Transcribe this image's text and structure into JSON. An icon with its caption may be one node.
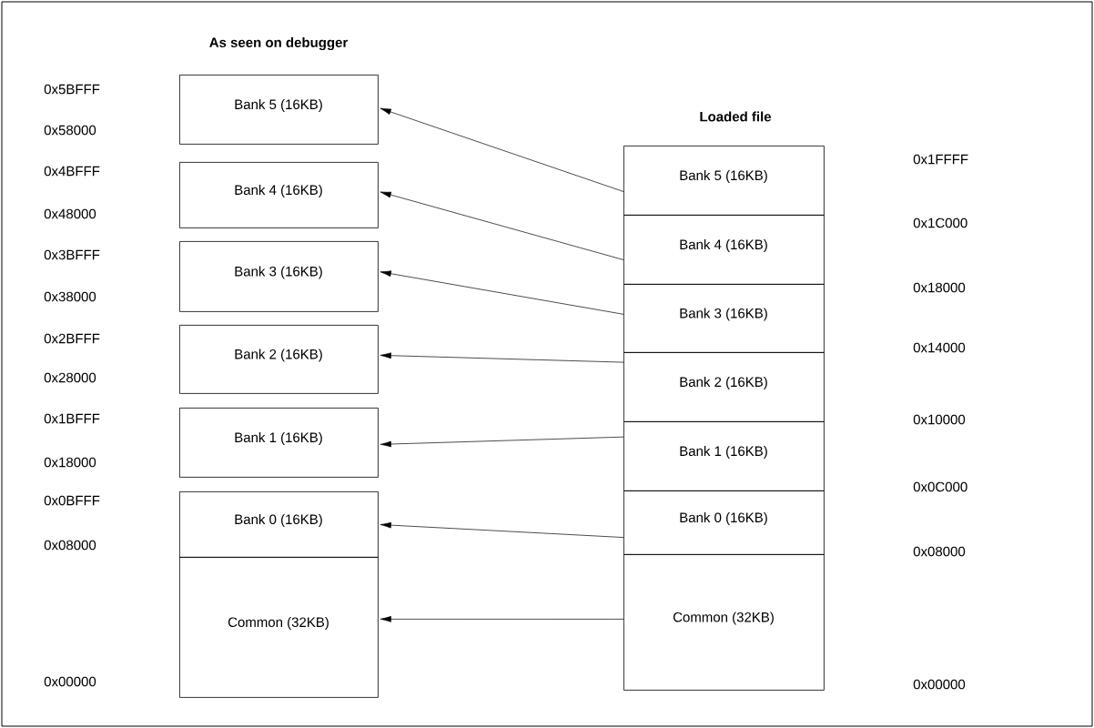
{
  "diagram": {
    "nodes": [
      {
        "text": [
          "Bank 5 (16KB)"
        ]
      },
      {
        "text": [
          "Bank 4 (16KB)"
        ]
      },
      {
        "text": [
          "Bank 3 (16KB)"
        ]
      },
      {
        "text": [
          "Bank 2 (16KB)"
        ]
      },
      {
        "text": [
          "Bank 1 (16KB)"
        ]
      },
      {
        "text": [
          "Bank 0 (16KB)"
        ]
      },
      {
        "text": [
          "Common (32KB)"
        ]
      },
      {
        "text": [
          "Bank 5 (16KB)"
        ]
      },
      {
        "text": [
          "Bank 4 (16KB)"
        ]
      },
      {
        "text": [
          "Bank 3 (16KB)"
        ]
      },
      {
        "text": [
          "Bank 2 (16KB)"
        ]
      },
      {
        "text": [
          "Bank 1 (16KB)"
        ]
      },
      {
        "text": [
          "Bank 0 (16KB)"
        ]
      },
      {
        "text": [
          "Common (32KB)"
        ]
      }
    ],
    "edges": [
      {
        "from": 7,
        "to": 0,
        "arrow": "to"
      },
      {
        "from": 8,
        "to": 1,
        "arrow": "to"
      },
      {
        "from": 9,
        "to": 2,
        "arrow": "to"
      },
      {
        "from": 10,
        "to": 3,
        "arrow": "to"
      },
      {
        "from": 11,
        "to": 4,
        "arrow": "to"
      },
      {
        "from": 12,
        "to": 5,
        "arrow": "to"
      },
      {
        "from": 13,
        "to": 6,
        "arrow": "to"
      }
    ],
    "labels": [
      "As seen on debugger",
      "0x5BFFF",
      "0x58000",
      "0x4BFFF",
      "0x48000",
      "0x3BFFF",
      "0x38000",
      "0x2BFFF",
      "0x28000",
      "0x1BFFF",
      "0x18000",
      "0x0BFFF",
      "0x08000",
      "0x00000",
      "Loaded file",
      "0x1FFFF",
      "0x1C000",
      "0x18000",
      "0x14000",
      "0x10000",
      "0x0C000",
      "0x08000",
      "0x00000"
    ]
  }
}
